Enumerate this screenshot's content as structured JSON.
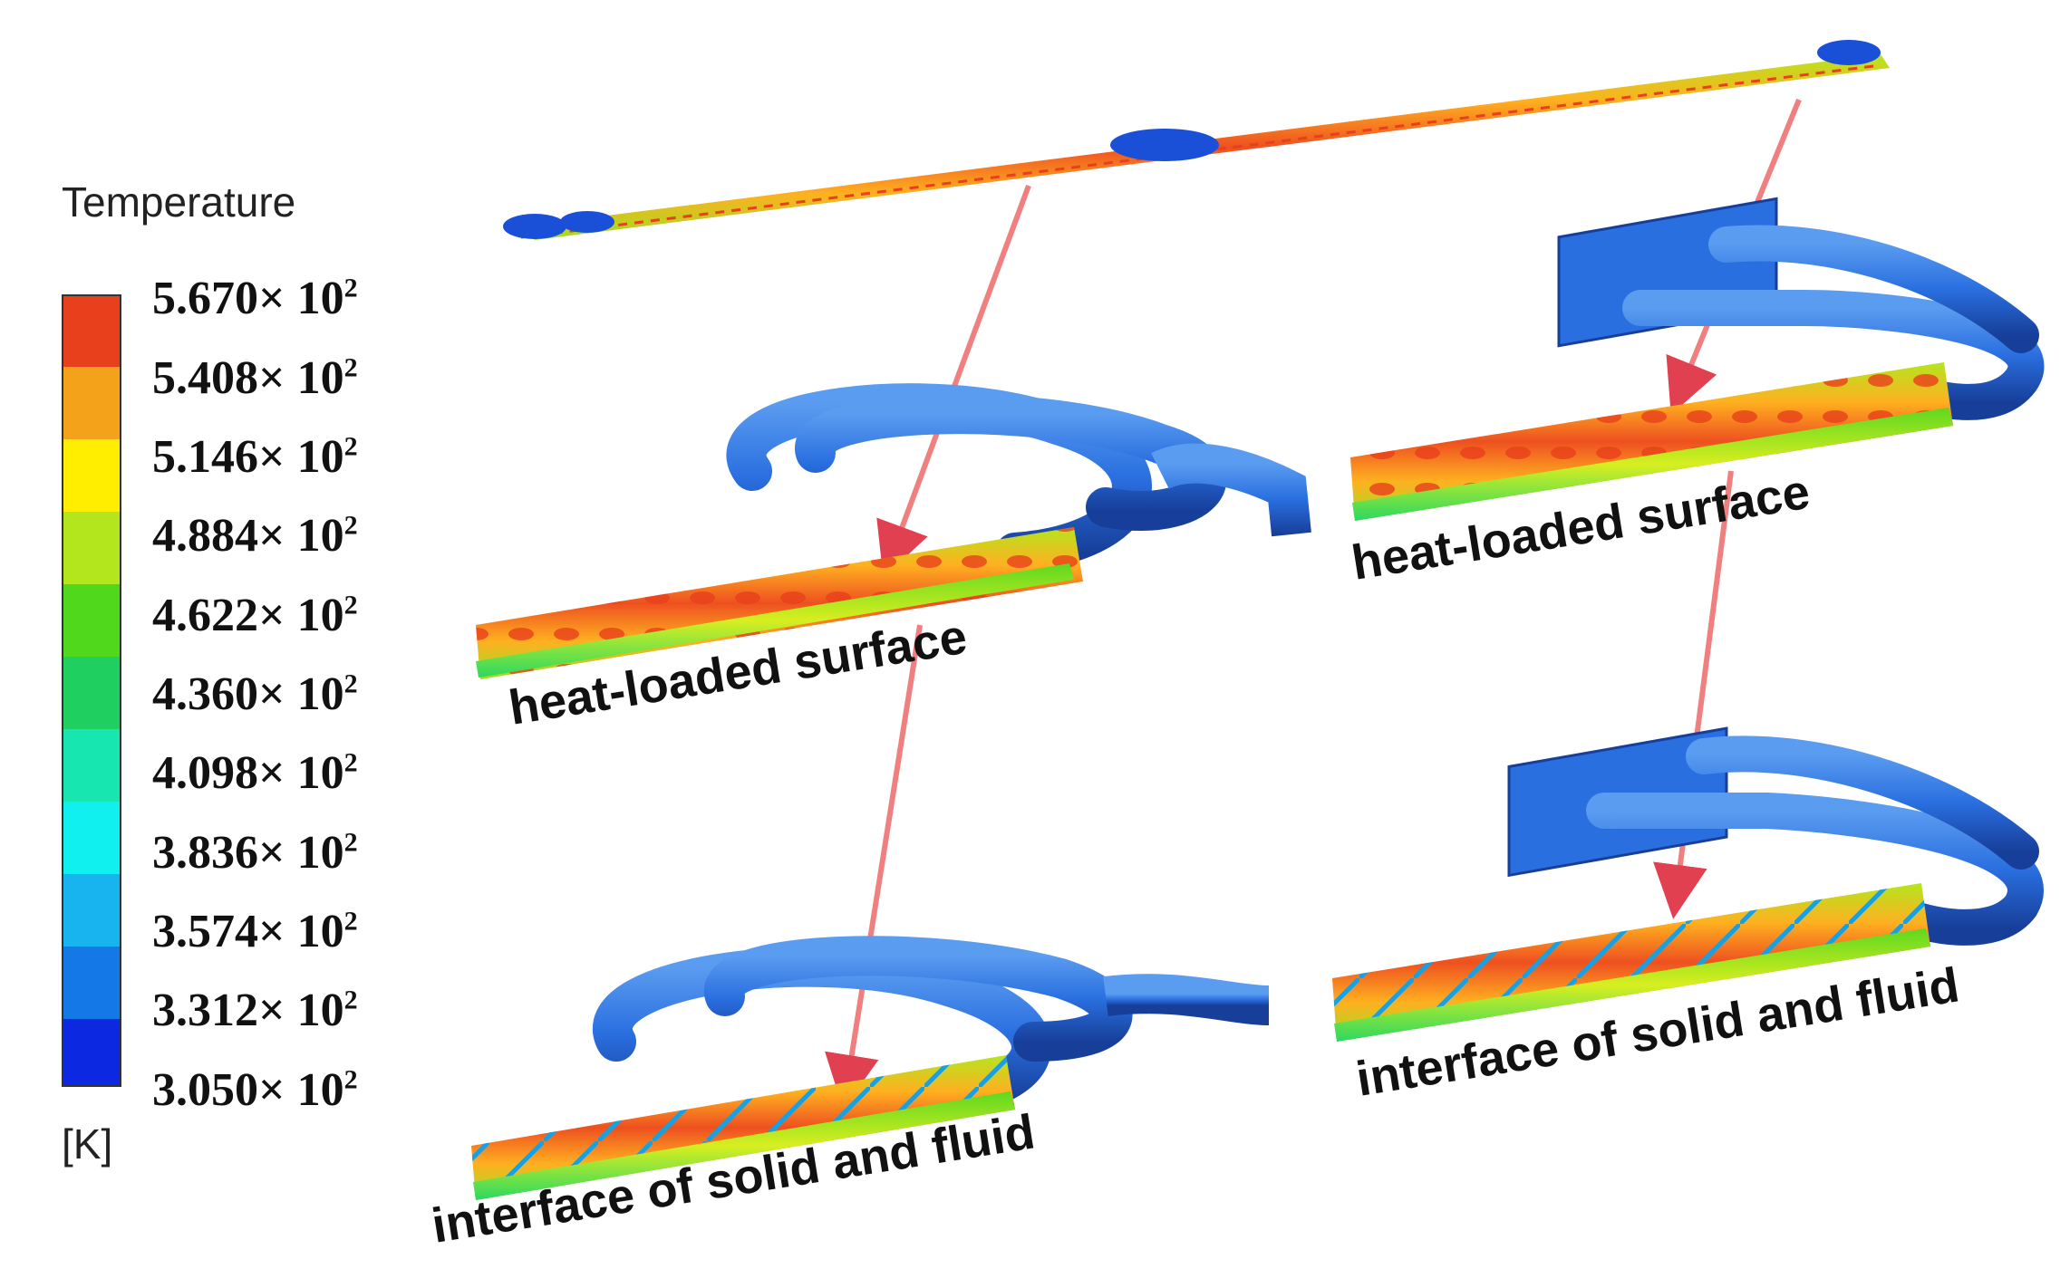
{
  "legend": {
    "title": "Temperature",
    "unit": "[K]",
    "ticks": [
      {
        "mantissa": "5.670",
        "exp": "2"
      },
      {
        "mantissa": "5.408",
        "exp": "2"
      },
      {
        "mantissa": "5.146",
        "exp": "2"
      },
      {
        "mantissa": "4.884",
        "exp": "2"
      },
      {
        "mantissa": "4.622",
        "exp": "2"
      },
      {
        "mantissa": "4.360",
        "exp": "2"
      },
      {
        "mantissa": "4.098",
        "exp": "2"
      },
      {
        "mantissa": "3.836",
        "exp": "2"
      },
      {
        "mantissa": "3.574",
        "exp": "2"
      },
      {
        "mantissa": "3.312",
        "exp": "2"
      },
      {
        "mantissa": "3.050",
        "exp": "2"
      }
    ],
    "multiply_sign": "× 10",
    "colors": [
      "#e8401c",
      "#f4a21a",
      "#ffee00",
      "#b4e61e",
      "#4fd81c",
      "#1fd060",
      "#18e6b0",
      "#10f0ee",
      "#18b4f0",
      "#1478e6",
      "#0c28e0"
    ]
  },
  "annotations": {
    "heat_left": "heat-loaded surface",
    "heat_right": "heat-loaded surface",
    "interface_left": "interface of solid and fluid",
    "interface_right": "interface of solid and fluid"
  },
  "colors": {
    "pipe": "#2a6fe0",
    "pipe_dark": "#173f9a",
    "arrow": "#f08080"
  }
}
